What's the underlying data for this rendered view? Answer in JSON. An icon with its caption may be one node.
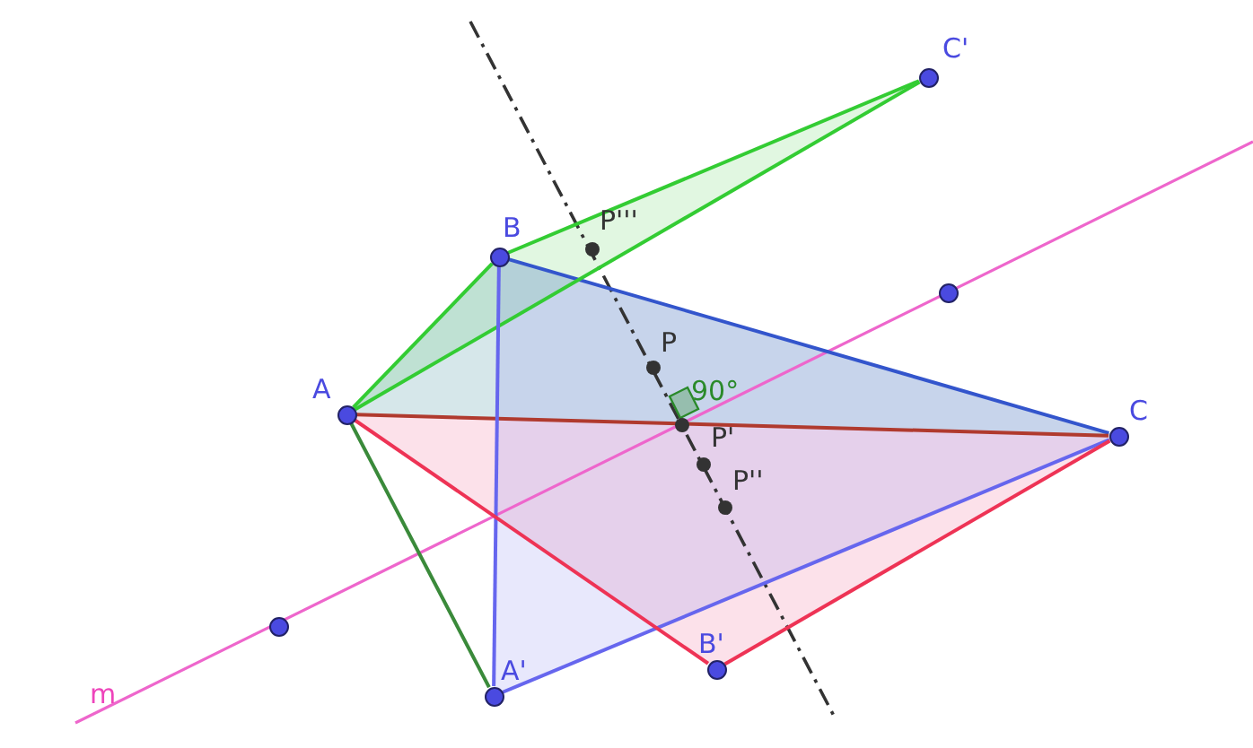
{
  "diagram": {
    "nodes": [
      {
        "text": [],
        "shape": "circle",
        "beside": [
          "C'"
        ]
      },
      {
        "text": [],
        "shape": "circle",
        "beside": [
          "B"
        ]
      },
      {
        "text": [],
        "shape": "circle",
        "beside": [
          "A"
        ]
      },
      {
        "text": [],
        "shape": "circle",
        "beside": [
          "C"
        ]
      },
      {
        "text": [],
        "shape": "circle",
        "beside": [
          "B'"
        ]
      },
      {
        "text": [],
        "shape": "circle",
        "beside": [
          "A'"
        ]
      },
      {
        "text": [],
        "shape": "circle"
      },
      {
        "text": [],
        "shape": "circle"
      }
    ],
    "edges": [
      {
        "from": 2,
        "to": 1,
        "arrow": "none",
        "color": "#33cc33"
      },
      {
        "from": 1,
        "to": 3,
        "arrow": "none",
        "color": "#3355cc"
      },
      {
        "from": 2,
        "to": 3,
        "arrow": "none",
        "color": "#b03a2e"
      },
      {
        "from": 2,
        "to": 0,
        "arrow": "none",
        "color": "#33cc33"
      },
      {
        "from": 1,
        "to": 0,
        "arrow": "none",
        "color": "#33cc33"
      },
      {
        "from": 1,
        "to": 5,
        "arrow": "none",
        "color": "#6666ee"
      },
      {
        "from": 5,
        "to": 3,
        "arrow": "none",
        "color": "#6666ee"
      },
      {
        "from": 2,
        "to": 4,
        "arrow": "none",
        "color": "#ee3355"
      },
      {
        "from": 4,
        "to": 3,
        "arrow": "none",
        "color": "#ee3355"
      },
      {
        "from": 2,
        "to": 5,
        "arrow": "none",
        "color": "#3a8a3a"
      }
    ],
    "labels": [
      "P'''",
      "P",
      "90°",
      "P'",
      "P''",
      "m"
    ]
  }
}
